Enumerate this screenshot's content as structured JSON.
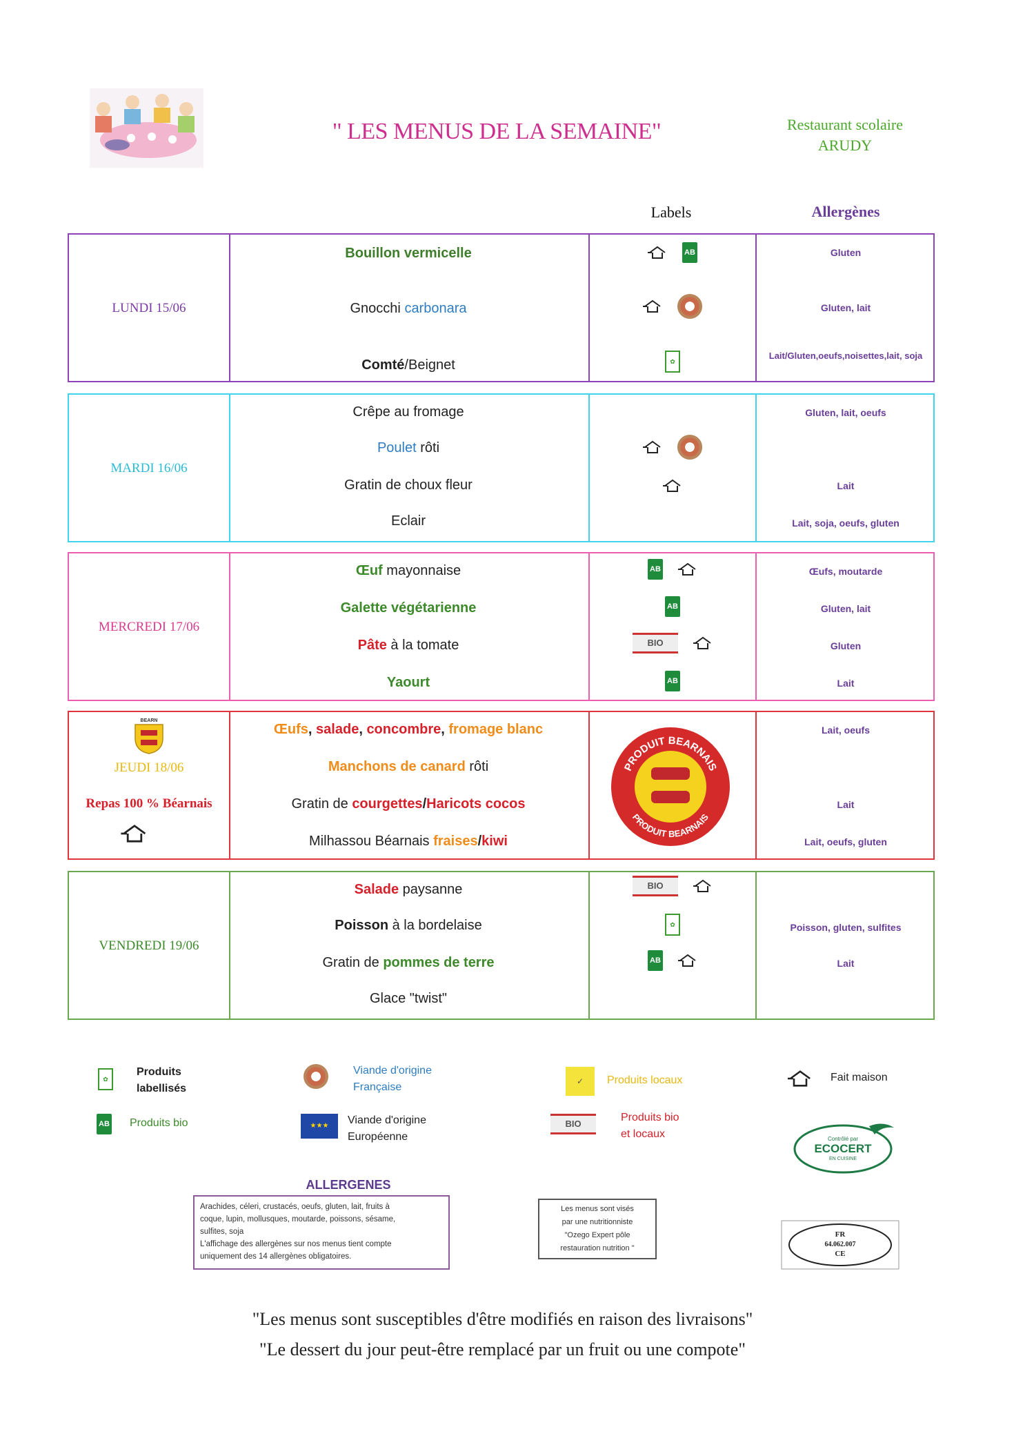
{
  "header": {
    "title": "\" LES MENUS DE LA SEMAINE\"",
    "restaurant_line1": "Restaurant scolaire",
    "restaurant_line2": "ARUDY",
    "col_labels": "Labels",
    "col_allergenes": "Allergènes"
  },
  "days": {
    "lundi": {
      "name": "LUNDI 15/06",
      "d1": "Bouillon vermicelle",
      "d2a": "Gnocchi ",
      "d2b": "carbonara",
      "d3a": "Comté",
      "d3b": "/Beignet",
      "a1": "Gluten",
      "a2": "Gluten, lait",
      "a3": "Lait/Gluten,oeufs,noisettes,lait, soja"
    },
    "mardi": {
      "name": "MARDI 16/06",
      "d1": "Crêpe au fromage",
      "d2a": "Poulet",
      "d2b": " rôti",
      "d3": "Gratin de choux fleur",
      "d4": "Eclair",
      "a1": "Gluten, lait, oeufs",
      "a3": "Lait",
      "a4": "Lait, soja, oeufs, gluten"
    },
    "mercredi": {
      "name": "MERCREDI 17/06",
      "d1a": "Œuf",
      "d1b": " mayonnaise",
      "d2": "Galette végétarienne",
      "d3a": "Pâte",
      "d3b": " à la tomate",
      "d4": "Yaourt",
      "a1": "Œufs, moutarde",
      "a2": "Gluten, lait",
      "a3": "Gluten",
      "a4": "Lait"
    },
    "jeudi": {
      "name": "JEUDI 18/06",
      "sub": "Repas 100 % Béarnais",
      "crest": "BEARN",
      "d1a": "Œufs",
      "d1b": ", ",
      "d1c": "salade",
      "d1d": ", ",
      "d1e": "concombre",
      "d1f": ", ",
      "d1g": "fromage blanc",
      "d2a": "Manchons de canard",
      "d2b": " rôti",
      "d3a": "Gratin de ",
      "d3b": "courgettes",
      "d3c": "/",
      "d3d": "Haricots cocos",
      "d4a": "Milhassou Béarnais ",
      "d4b": "fraises",
      "d4c": "/",
      "d4d": "kiwi",
      "seal_top": "PRODUIT BEARNAIS",
      "seal_bottom": "PRODUIT BEARNAIS",
      "a1": "Lait, oeufs",
      "a3": "Lait",
      "a4": "Lait, oeufs, gluten"
    },
    "vendredi": {
      "name": "VENDREDI 19/06",
      "d1a": "Salade",
      "d1b": " paysanne",
      "d2a": "Poisson",
      "d2b": " à la bordelaise",
      "d3a": "Gratin de ",
      "d3b": "pommes de terre",
      "d4": "Glace \"twist\"",
      "a2": "Poisson, gluten, sulfites",
      "a3": "Lait"
    }
  },
  "legend": {
    "labellises_1": "Produits",
    "labellises_2": "labellisés",
    "bio": "Produits bio",
    "viande_fr_1": "Viande d'origine",
    "viande_fr_2": "Française",
    "viande_eu_1": "Viande d'origine",
    "viande_eu_2": "Européenne",
    "locaux": "Produits locaux",
    "bio_locaux_1": "Produits bio",
    "bio_locaux_2": "et locaux",
    "fait_maison": "Fait maison",
    "ecocert_top": "Contrôlé par",
    "ecocert_main": "ECOCERT",
    "ecocert_sub": "EN CUISINE"
  },
  "allergenes": {
    "title": "ALLERGENES",
    "line1": "Arachides, céleri, crustacés, oeufs, gluten, lait, fruits à",
    "line2": "coque, lupin, mollusques, moutarde, poissons, sésame,",
    "line3": "sulfites, soja",
    "line4": "L'affichage des allergènes sur nos menus tient compte",
    "line5": "uniquement des 14 allergènes obligatoires."
  },
  "nutri": {
    "line1": "Les menus sont visés",
    "line2": "par une nutritionniste",
    "line3": "\"Ozego Expert pôle",
    "line4": "restauration nutrition \""
  },
  "fr_seal": {
    "line1": "FR",
    "line2": "64.062.007",
    "line3": "CE"
  },
  "footer": {
    "line1": "\"Les menus sont susceptibles d'être modifiés en raison des livraisons\"",
    "line2": "\"Le dessert du jour peut-être remplacé par un fruit ou une compote\""
  },
  "colors": {
    "lundi": "#8e44b8",
    "mardi": "#3fd4ec",
    "mercredi": "#ec5fb0",
    "jeudi": "#e0353a",
    "vendredi": "#6aa84f"
  }
}
